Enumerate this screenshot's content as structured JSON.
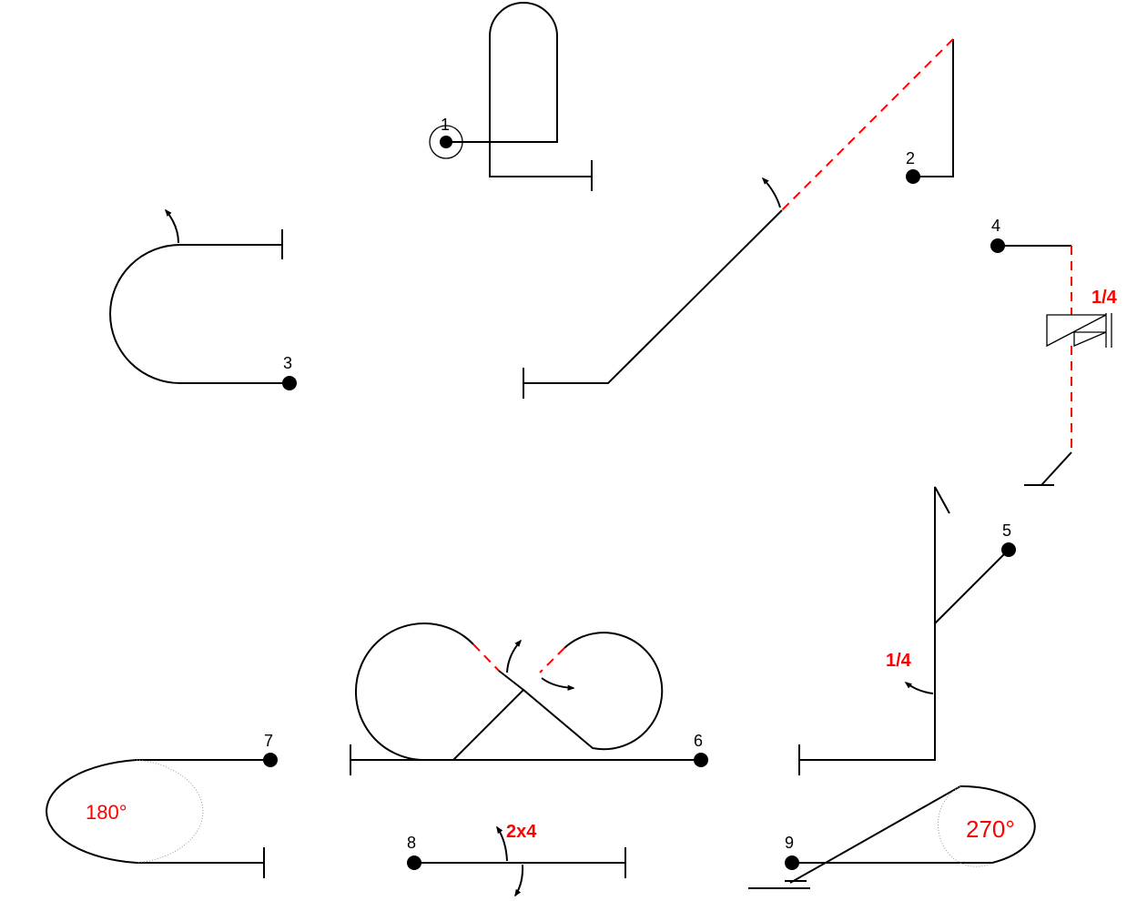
{
  "figures": [
    {
      "number": "1"
    },
    {
      "number": "2"
    },
    {
      "number": "3"
    },
    {
      "number": "4",
      "roll": "1/4"
    },
    {
      "number": "5",
      "roll": "1/4"
    },
    {
      "number": "6"
    },
    {
      "number": "7",
      "rotation": "180°"
    },
    {
      "number": "8",
      "roll": "2x4"
    },
    {
      "number": "9",
      "rotation": "270°"
    }
  ],
  "colors": {
    "line": "#000000",
    "accent": "#ff0000"
  }
}
